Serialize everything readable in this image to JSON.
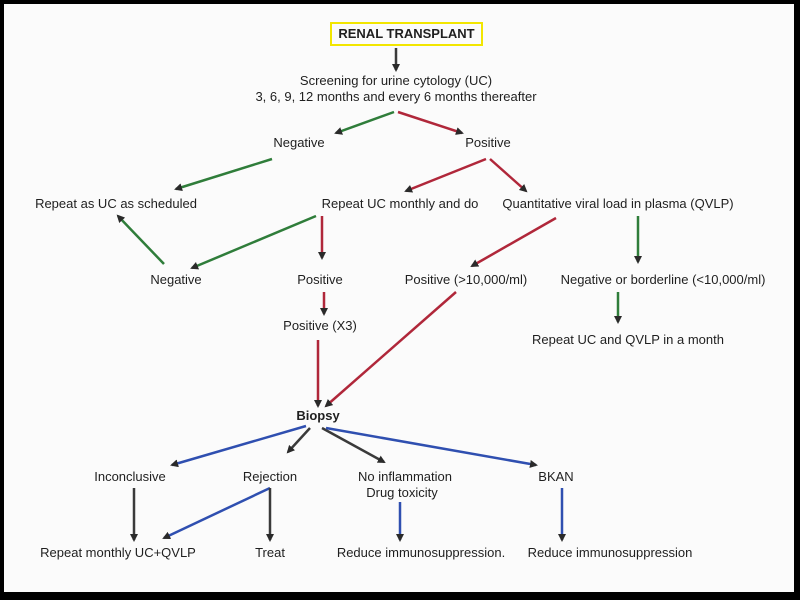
{
  "title": "RENAL TRANSPLANT",
  "screening": {
    "line1": "Screening for urine cytology (UC)",
    "line2": "3, 6, 9, 12 months and every 6 months thereafter"
  },
  "level1": {
    "negative": "Negative",
    "positive": "Positive"
  },
  "repeat_uc": "Repeat as UC as scheduled",
  "repeat_monthly": "Repeat UC monthly  and  do",
  "qvlp": "Quantitative viral load in plasma (QVLP)",
  "level3": {
    "negative": "Negative",
    "positive": "Positive",
    "positive_high": "Positive (>10,000/ml)",
    "negative_borderline": "Negative or borderline (<10,000/ml)"
  },
  "positive_x3": "Positive (X3)",
  "repeat_month": "Repeat UC and QVLP in a month",
  "biopsy": "Biopsy",
  "outcomes": {
    "inconclusive": "Inconclusive",
    "rejection": "Rejection",
    "no_inflammation": "No inflammation",
    "drug_toxicity": "Drug toxicity",
    "bkan": "BKAN"
  },
  "actions": {
    "repeat_monthly_uc": "Repeat monthly UC+QVLP",
    "treat": "Treat",
    "reduce_immuno_1": "Reduce immunosuppression.",
    "reduce_immuno_2": "Reduce immunosuppression"
  },
  "colors": {
    "green": "#2f7d3a",
    "red": "#b0273a",
    "blue": "#2f4fb0",
    "dark": "#3a3a3a",
    "title_border": "#f2e600"
  }
}
